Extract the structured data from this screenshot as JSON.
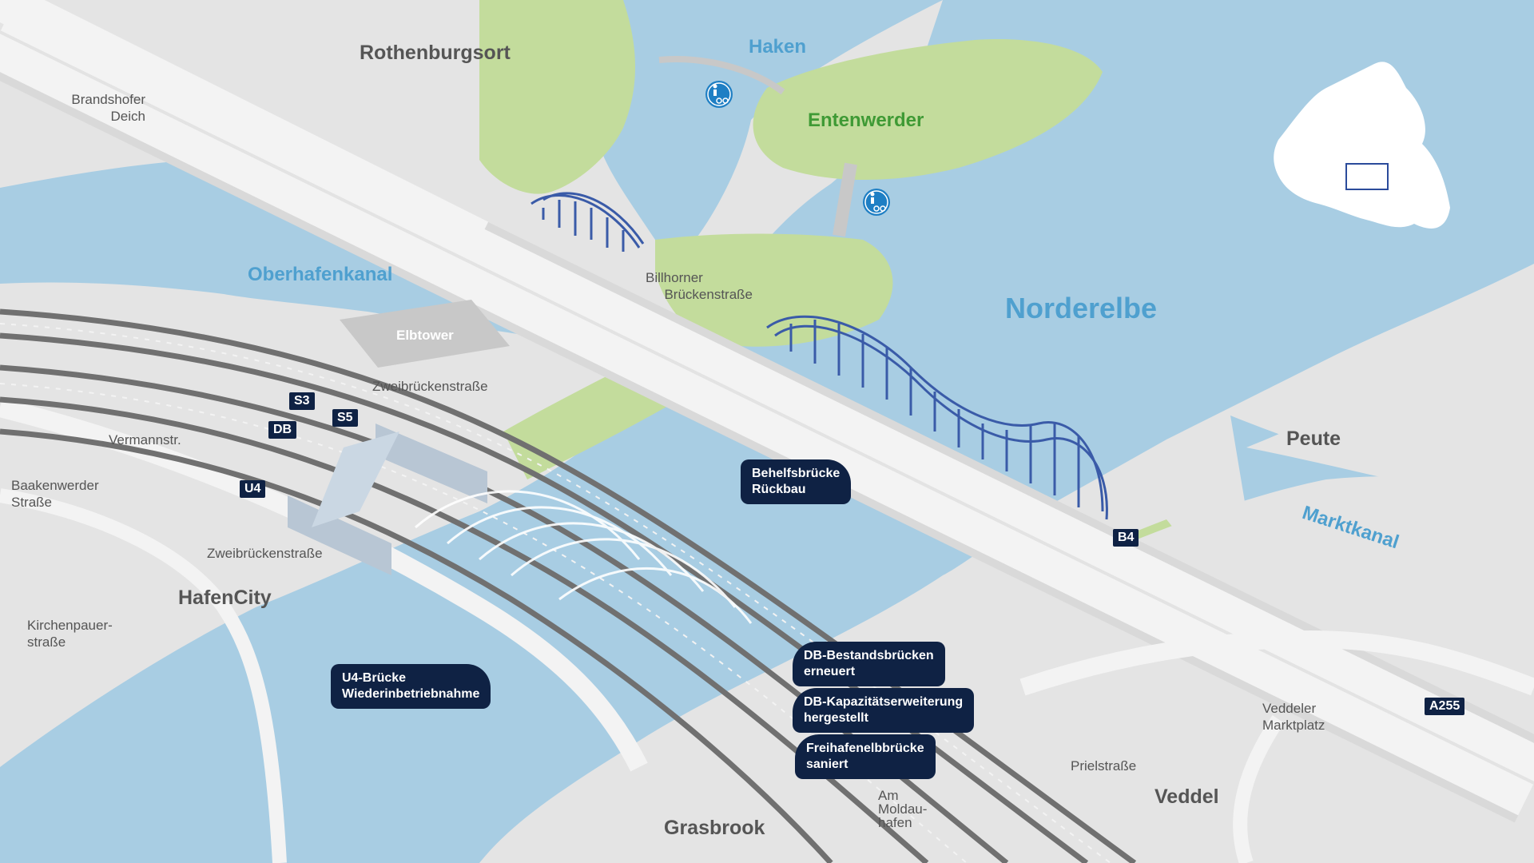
{
  "colors": {
    "water": "#a8cde3",
    "land": "#e4e4e4",
    "road": "#f3f3f3",
    "park": "#c3dc9c",
    "bridge_blue": "#3a5ba8",
    "navy": "#0f2244",
    "water_label": "#4fa0cf",
    "park_label": "#3f9a35"
  },
  "labels": {
    "districts": {
      "rothenburgsort": "Rothenburgsort",
      "hafencity": "HafenCity",
      "grasbrook": "Grasbrook",
      "veddel": "Veddel",
      "peute": "Peute"
    },
    "water": {
      "haken": "Haken",
      "oberhafenkanal": "Oberhafenkanal",
      "norderelbe": "Norderelbe",
      "marktkanal": "Marktkanal"
    },
    "green": {
      "entenwerder": "Entenwerder"
    },
    "buildings": {
      "elbtower": "Elbtower"
    },
    "streets": {
      "brandshofer_1": "Brandshofer",
      "brandshofer_2": "Deich",
      "billhorner_1": "Billhorner",
      "billhorner_2": "Brückenstraße",
      "zweibruecken_north": "Zweibrückenstraße",
      "vermannstr": "Vermannstr.",
      "baakenwerder_1": "Baakenwerder",
      "baakenwerder_2": "Straße",
      "zweibruecken_south": "Zweibrückenstraße",
      "kirchenpauer_1": "Kirchenpauer-",
      "kirchenpauer_2": "straße",
      "veddeler_1": "Veddeler",
      "veddeler_2": "Marktplatz",
      "prielstrasse": "Prielstraße",
      "moldau_1": "Am",
      "moldau_2": "Moldau-",
      "moldau_3": "hafen"
    }
  },
  "badges": {
    "s3": "S3",
    "s5": "S5",
    "db": "DB",
    "u4": "U4",
    "b4": "B4",
    "a255": "A255"
  },
  "callouts": {
    "behelfsbruecke": {
      "line1": "Behelfsbrücke",
      "line2": "Rückbau"
    },
    "u4_bruecke": {
      "line1": "U4-Brücke",
      "line2": "Wiederinbetriebnahme"
    },
    "db_bestand": {
      "line1": "DB-Bestandsbrücken",
      "line2": "erneuert"
    },
    "db_kapazitaet": {
      "line1": "DB-Kapazitätserweiterung",
      "line2": "hergestellt"
    },
    "freihafen": {
      "line1": "Freihafenelbbrücke",
      "line2": "saniert"
    }
  },
  "icons": {
    "ped_bike_1": "pedestrian-bicycle-icon",
    "ped_bike_2": "pedestrian-bicycle-icon",
    "locator": "hamburg-locator-map"
  }
}
